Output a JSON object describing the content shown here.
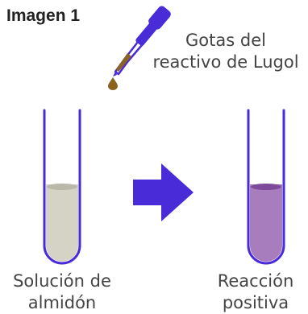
{
  "title": "Imagen 1",
  "reagent_label": [
    "Gotas del",
    "reactivo de Lugol"
  ],
  "left_tube_label": [
    "Solución de",
    "almidón"
  ],
  "right_tube_label": [
    "Reacción",
    "positiva"
  ],
  "colors": {
    "dropper_purple": "#4a2bd8",
    "lugol_brown": "#8a6320",
    "tube_outline": "#4a2bd8",
    "starch_solution": "#d4d3c6",
    "starch_surface": "#b9b8a9",
    "positive_solution": "#a87dbe",
    "positive_surface": "#7e4a9a",
    "arrow": "#4a2bd8"
  },
  "icons": [
    "dropper-icon",
    "right-arrow-icon",
    "test-tube-icon"
  ]
}
